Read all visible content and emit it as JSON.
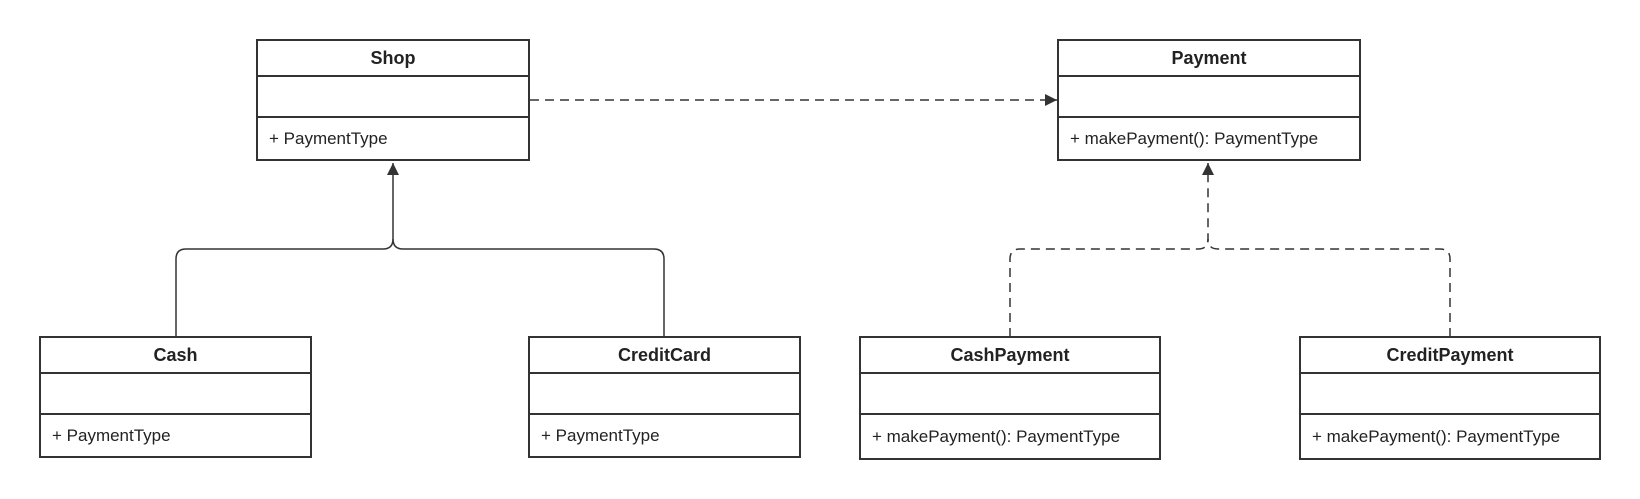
{
  "colors": {
    "stroke": "#333333",
    "background": "#ffffff",
    "text": "#222222"
  },
  "classes": {
    "shop": {
      "name": "Shop",
      "operation": "+ PaymentType"
    },
    "payment": {
      "name": "Payment",
      "operation": "+ makePayment(): PaymentType"
    },
    "cash": {
      "name": "Cash",
      "operation": "+ PaymentType"
    },
    "credit_card": {
      "name": "CreditCard",
      "operation": "+ PaymentType"
    },
    "cash_payment": {
      "name": "CashPayment",
      "operation": "+ makePayment(): PaymentType"
    },
    "credit_payment": {
      "name": "CreditPayment",
      "operation": "+ makePayment(): PaymentType"
    }
  },
  "relations": [
    {
      "from": "Shop",
      "to": "Payment",
      "kind": "dependency",
      "line": "dashed"
    },
    {
      "from": "Cash",
      "to": "Shop",
      "kind": "inheritance",
      "line": "solid"
    },
    {
      "from": "CreditCard",
      "to": "Shop",
      "kind": "inheritance",
      "line": "solid"
    },
    {
      "from": "CashPayment",
      "to": "Payment",
      "kind": "realization",
      "line": "dashed"
    },
    {
      "from": "CreditPayment",
      "to": "Payment",
      "kind": "realization",
      "line": "dashed"
    }
  ]
}
